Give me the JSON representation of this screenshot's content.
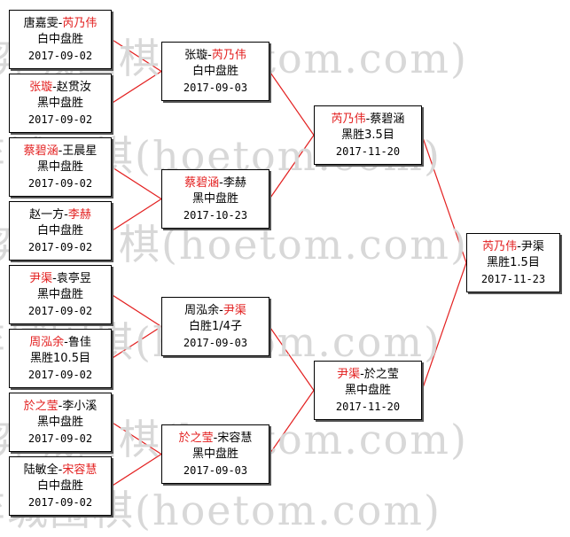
{
  "watermark": {
    "text": "弈城围棋(hoetom.com)"
  },
  "colors": {
    "winner": "#e32020",
    "connector": "#e32020",
    "text": "#000000",
    "border": "#000000"
  },
  "round1": [
    {
      "p1": "唐嘉雯",
      "p2": "芮乃伟",
      "winner": 2,
      "result": "白中盘胜",
      "date": "2017-09-02"
    },
    {
      "p1": "张璇",
      "p2": "赵贯汝",
      "winner": 1,
      "result": "黑中盘胜",
      "date": "2017-09-02"
    },
    {
      "p1": "蔡碧涵",
      "p2": "王晨星",
      "winner": 1,
      "result": "黑中盘胜",
      "date": "2017-09-02"
    },
    {
      "p1": "赵一方",
      "p2": "李赫",
      "winner": 2,
      "result": "白中盘胜",
      "date": "2017-09-02"
    },
    {
      "p1": "尹渠",
      "p2": "袁亭昱",
      "winner": 1,
      "result": "黑中盘胜",
      "date": "2017-09-02"
    },
    {
      "p1": "周泓余",
      "p2": "鲁佳",
      "winner": 1,
      "result": "黑胜10.5目",
      "date": "2017-09-02"
    },
    {
      "p1": "於之莹",
      "p2": "李小溪",
      "winner": 1,
      "result": "黑中盘胜",
      "date": "2017-09-02"
    },
    {
      "p1": "陆敏全",
      "p2": "宋容慧",
      "winner": 2,
      "result": "白中盘胜",
      "date": "2017-09-02"
    }
  ],
  "round2": [
    {
      "p1": "张璇",
      "p2": "芮乃伟",
      "winner": 2,
      "result": "白中盘胜",
      "date": "2017-09-03"
    },
    {
      "p1": "蔡碧涵",
      "p2": "李赫",
      "winner": 1,
      "result": "黑中盘胜",
      "date": "2017-10-23"
    },
    {
      "p1": "周泓余",
      "p2": "尹渠",
      "winner": 2,
      "result": "白胜1/4子",
      "date": "2017-09-03"
    },
    {
      "p1": "於之莹",
      "p2": "宋容慧",
      "winner": 1,
      "result": "黑中盘胜",
      "date": "2017-09-03"
    }
  ],
  "semifinal": [
    {
      "p1": "芮乃伟",
      "p2": "蔡碧涵",
      "winner": 1,
      "result": "黑胜3.5目",
      "date": "2017-11-20"
    },
    {
      "p1": "尹渠",
      "p2": "於之莹",
      "winner": 1,
      "result": "黑中盘胜",
      "date": "2017-11-20"
    }
  ],
  "final": [
    {
      "p1": "芮乃伟",
      "p2": "尹渠",
      "winner": 1,
      "result": "黑胜1.5目",
      "date": "2017-11-23"
    }
  ]
}
